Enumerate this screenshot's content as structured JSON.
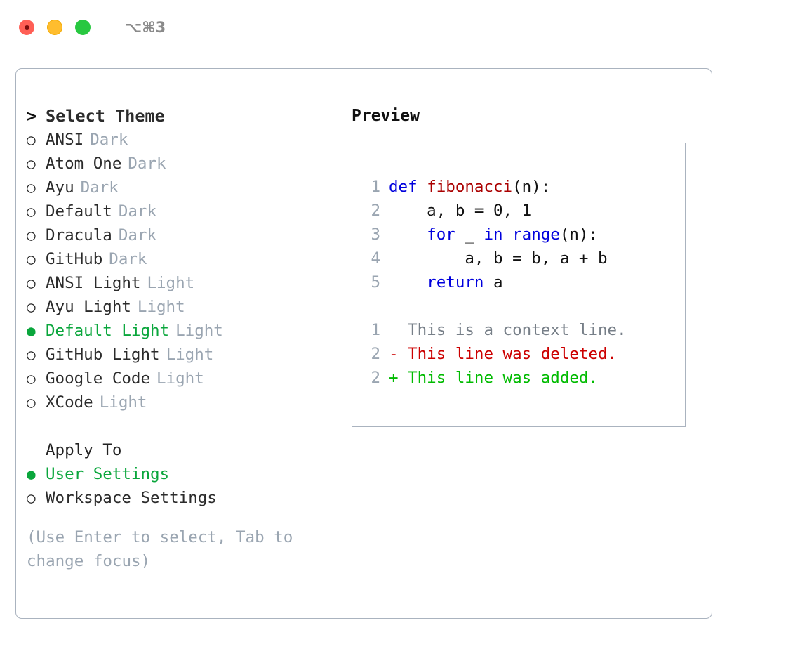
{
  "titlebar": {
    "lights": [
      {
        "name": "close",
        "color": "#ff5f56"
      },
      {
        "name": "minimize",
        "color": "#ffbd2e"
      },
      {
        "name": "zoom",
        "color": "#28c840"
      }
    ],
    "shortcut": "⌥⌘3"
  },
  "theme_picker": {
    "header": {
      "marker": ">",
      "label": "Select Theme"
    },
    "items": [
      {
        "marker": "○",
        "name": "ANSI",
        "category": "Dark",
        "selected": false
      },
      {
        "marker": "○",
        "name": "Atom One",
        "category": "Dark",
        "selected": false
      },
      {
        "marker": "○",
        "name": "Ayu",
        "category": "Dark",
        "selected": false
      },
      {
        "marker": "○",
        "name": "Default",
        "category": "Dark",
        "selected": false
      },
      {
        "marker": "○",
        "name": "Dracula",
        "category": "Dark",
        "selected": false
      },
      {
        "marker": "○",
        "name": "GitHub",
        "category": "Dark",
        "selected": false
      },
      {
        "marker": "○",
        "name": "ANSI Light",
        "category": "Light",
        "selected": false
      },
      {
        "marker": "○",
        "name": "Ayu Light",
        "category": "Light",
        "selected": false
      },
      {
        "marker": "●",
        "name": "Default Light",
        "category": "Light",
        "selected": true
      },
      {
        "marker": "○",
        "name": "GitHub Light",
        "category": "Light",
        "selected": false
      },
      {
        "marker": "○",
        "name": "Google Code",
        "category": "Light",
        "selected": false
      },
      {
        "marker": "○",
        "name": "XCode",
        "category": "Light",
        "selected": false
      }
    ]
  },
  "apply_to": {
    "title": "Apply To",
    "options": [
      {
        "marker": "●",
        "label": "User Settings",
        "selected": true
      },
      {
        "marker": "○",
        "label": "Workspace Settings",
        "selected": false
      }
    ]
  },
  "hint": "(Use Enter to select, Tab to change focus)",
  "preview": {
    "title": "Preview",
    "code_lines": [
      {
        "lineno": "1",
        "tokens": [
          {
            "text": "def ",
            "type": "kw"
          },
          {
            "text": "fibonacci",
            "type": "fn"
          },
          {
            "text": "(n):",
            "type": "plain"
          }
        ]
      },
      {
        "lineno": "2",
        "tokens": [
          {
            "text": "    a, b = 0, 1",
            "type": "plain"
          }
        ]
      },
      {
        "lineno": "3",
        "tokens": [
          {
            "text": "    ",
            "type": "plain"
          },
          {
            "text": "for",
            "type": "kw"
          },
          {
            "text": " _ ",
            "type": "plain"
          },
          {
            "text": "in",
            "type": "kw"
          },
          {
            "text": " ",
            "type": "plain"
          },
          {
            "text": "range",
            "type": "kw"
          },
          {
            "text": "(n):",
            "type": "plain"
          }
        ]
      },
      {
        "lineno": "4",
        "tokens": [
          {
            "text": "        a, b = b, a + b",
            "type": "plain"
          }
        ]
      },
      {
        "lineno": "5",
        "tokens": [
          {
            "text": "    ",
            "type": "plain"
          },
          {
            "text": "return",
            "type": "kw"
          },
          {
            "text": " a",
            "type": "plain"
          }
        ]
      }
    ],
    "diff_lines": [
      {
        "lineno": "1",
        "sign": " ",
        "text": " This is a context line.",
        "type": "ctx"
      },
      {
        "lineno": "2",
        "sign": "-",
        "text": " This line was deleted.",
        "type": "del"
      },
      {
        "lineno": "2",
        "sign": "+",
        "text": " This line was added.",
        "type": "add"
      }
    ]
  },
  "colors": {
    "accent_green": "#0aa63c",
    "muted_gray": "#9aa5b1",
    "border": "#aab3bf",
    "keyword_blue": "#0000dd",
    "function_red": "#aa0000",
    "diff_deleted": "#cc0000",
    "diff_added": "#00bb00"
  }
}
